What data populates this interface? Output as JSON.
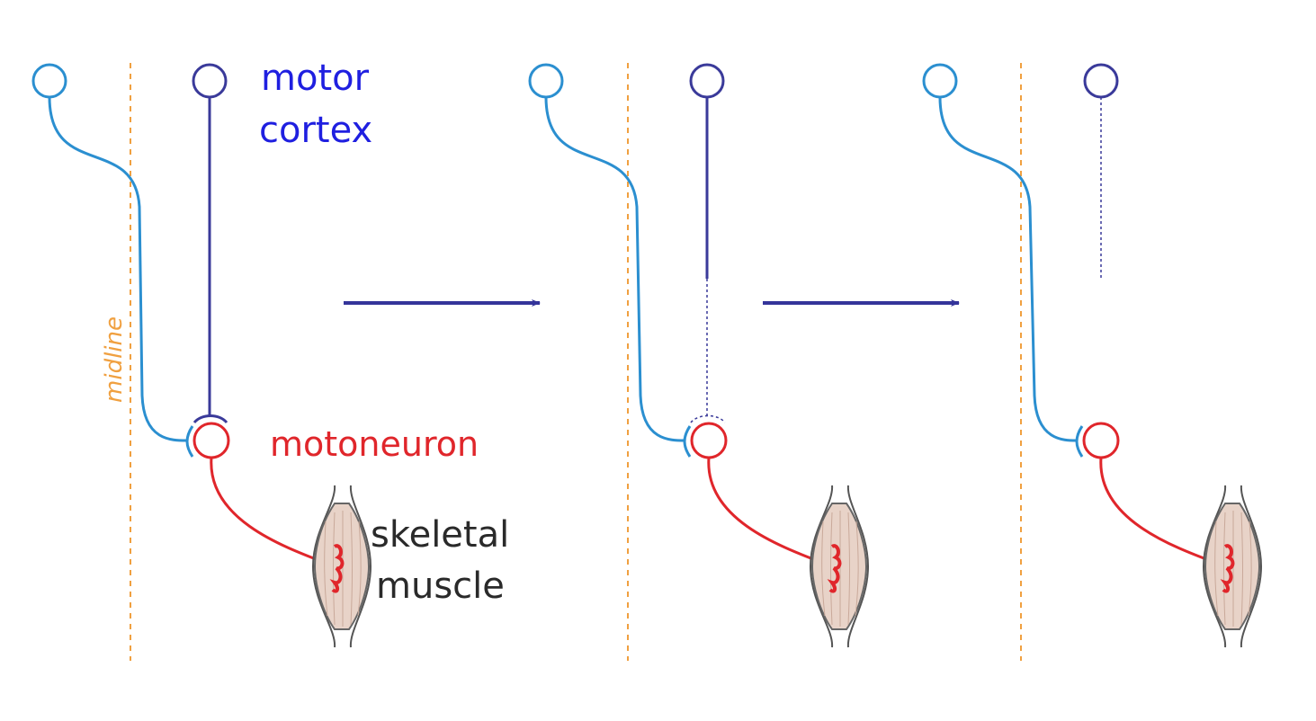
{
  "labels": {
    "motor_line1": "motor",
    "motor_line2": "cortex",
    "midline": "midline",
    "motoneuron": "motoneuron",
    "skeletal_line1": "skeletal",
    "skeletal_line2": "muscle"
  },
  "colors": {
    "contralateral_axon": "#2b8fd0",
    "motor_cortex": "#3a3a9a",
    "motor_label": "#1f1fe0",
    "motoneuron": "#e0262b",
    "midline": "#f0a040",
    "muscle_fill": "#e8d3c8",
    "muscle_outline": "#555555",
    "arrow": "#34349a",
    "text_dark": "#2a2a2a"
  },
  "panels": [
    {
      "stage": "intact",
      "cortical_axon": "solid",
      "cortical_synapse": "present"
    },
    {
      "stage": "degenerating",
      "cortical_axon": "partly-dashed",
      "cortical_synapse": "dashed"
    },
    {
      "stage": "lost",
      "cortical_axon": "dashed",
      "cortical_synapse": "absent"
    }
  ]
}
